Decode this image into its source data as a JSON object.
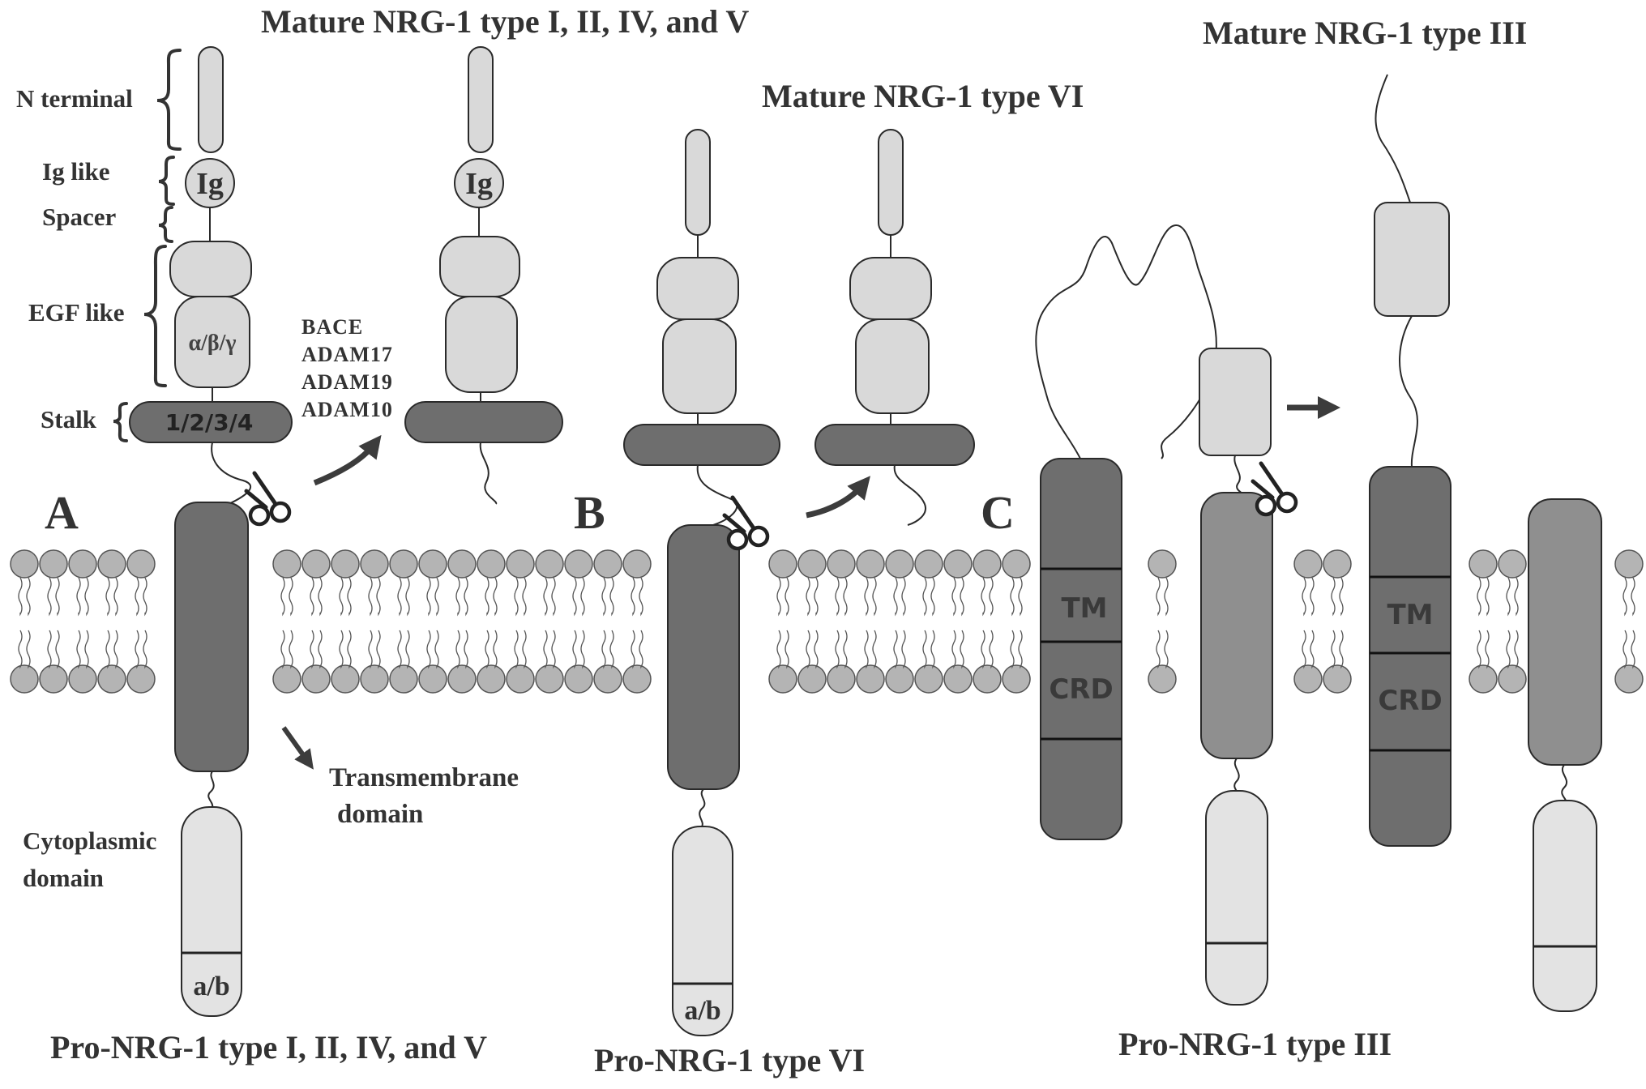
{
  "panels": {
    "a": {
      "letter": "A",
      "mature_title": "Mature NRG-1 type I, II, IV, and V",
      "pro_title": "Pro-NRG-1 type I, II, IV, and V",
      "ig_label": "Ig",
      "egf_label": "α/β/γ",
      "stalk_label": "1/2/3/4",
      "tail_label": "a/b",
      "proteases": [
        "BACE",
        "ADAM17",
        "ADAM19",
        "ADAM10"
      ],
      "domain_labels": {
        "n_terminal": "N terminal",
        "ig_like": "Ig like",
        "spacer": "Spacer",
        "egf_like": "EGF like",
        "stalk": "Stalk",
        "transmembrane": [
          "Transmembrane",
          "domain"
        ],
        "cytoplasmic": [
          "Cytoplasmic",
          "domain"
        ]
      }
    },
    "b": {
      "letter": "B",
      "mature_title": "Mature NRG-1 type VI",
      "pro_title": "Pro-NRG-1 type VI",
      "tail_label": "a/b"
    },
    "c": {
      "letter": "C",
      "mature_title": "Mature NRG-1 type III",
      "pro_title": "Pro-NRG-1 type III",
      "tm_label": "TM",
      "crd_label": "CRD"
    }
  },
  "colors": {
    "light": "#d9d9d9",
    "light_tail": "#e3e3e3",
    "medium": "#8f8f8f",
    "dark": "#6e6e6e",
    "stroke": "#2a2a2a",
    "text": "#333333",
    "lipid_head": "#b4b4b4",
    "arrow": "#3c3c3c"
  },
  "icons": [
    "scissors-icon",
    "curved-arrow-icon",
    "straight-arrow-icon"
  ]
}
